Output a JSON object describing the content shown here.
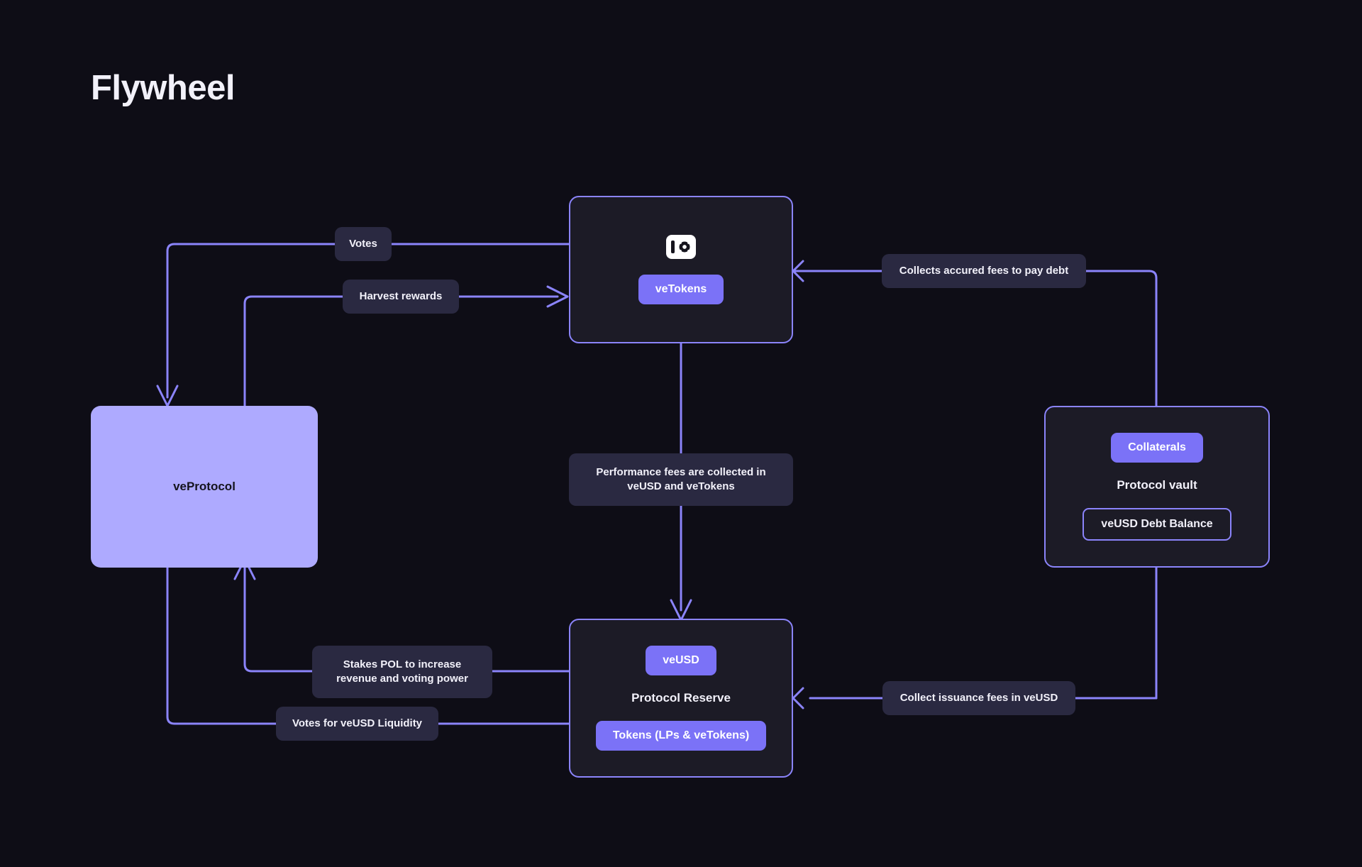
{
  "page": {
    "title": "Flywheel",
    "background_color": "#0e0d16",
    "accent_color": "#8b84fb",
    "badge_color": "#7b72f7",
    "solid_node_color": "#aeaaff",
    "label_color": "#2a2941"
  },
  "nodes": {
    "vetokens": {
      "icon": "vault-icon",
      "badge": "veTokens"
    },
    "veprotocol": {
      "title": "veProtocol"
    },
    "protocol_vault": {
      "badge_top": "Collaterals",
      "title": "Protocol vault",
      "badge_bottom": "veUSD Debt Balance"
    },
    "protocol_reserve": {
      "badge_top": "veUSD",
      "title": "Protocol Reserve",
      "badge_bottom": "Tokens (LPs & veTokens)"
    }
  },
  "edge_labels": {
    "votes": "Votes",
    "harvest_rewards": "Harvest rewards",
    "collects_accured_fees": "Collects accured fees to pay debt",
    "performance_fees": "Performance fees are collected in\nveUSD and veTokens",
    "stakes_pol": "Stakes POL to increase\nrevenue and voting power",
    "votes_for_liquidity": "Votes for veUSD Liquidity",
    "collect_issuance_fees": "Collect issuance fees in veUSD"
  }
}
